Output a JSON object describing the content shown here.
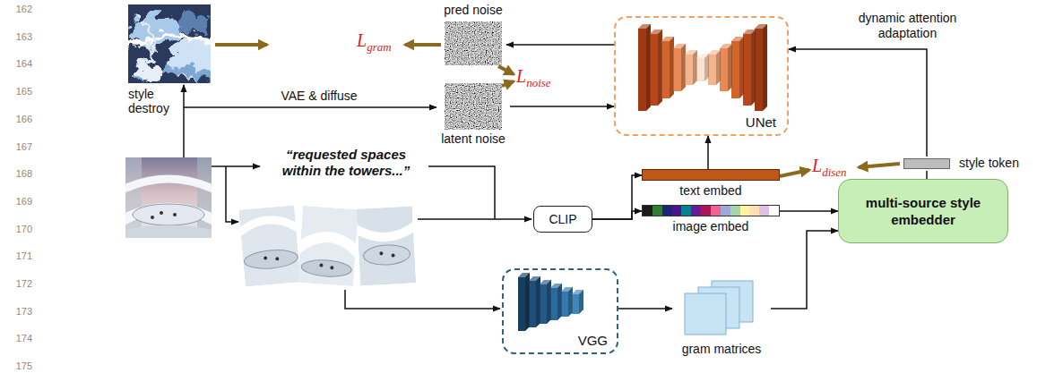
{
  "diagram": {
    "nodes": [
      {
        "text": [
          "style destroy"
        ]
      },
      {
        "text": [
          "pred noise"
        ]
      },
      {
        "text": [
          "latent noise"
        ]
      },
      {
        "text": [
          "UNet"
        ]
      },
      {
        "text": [
          "CLIP"
        ]
      },
      {
        "text": [
          "text embed"
        ]
      },
      {
        "text": [
          "image embed"
        ]
      },
      {
        "text": [
          "style token"
        ]
      },
      {
        "text": [
          "multi-source style embedder"
        ]
      },
      {
        "text": [
          "VGG"
        ]
      },
      {
        "text": [
          "gram matrices"
        ]
      }
    ],
    "edges": [
      {
        "from": 3,
        "to": 1,
        "arrow": "to"
      },
      {
        "from": 2,
        "to": 3,
        "arrow": "to"
      },
      {
        "from": 4,
        "to": 5,
        "arrow": "to"
      },
      {
        "from": 4,
        "to": 6,
        "arrow": "to"
      },
      {
        "from": 5,
        "to": 3,
        "arrow": "to"
      },
      {
        "from": 6,
        "to": 8,
        "arrow": "to"
      },
      {
        "from": 8,
        "to": 7,
        "arrow": "none"
      },
      {
        "from": 7,
        "to": 3,
        "label": "dynamic attention adaptation",
        "arrow": "to"
      },
      {
        "from": 9,
        "to": 10,
        "arrow": "to"
      },
      {
        "from": 10,
        "to": 8,
        "arrow": "to"
      }
    ],
    "labels": [
      "162",
      "163",
      "164",
      "165",
      "166",
      "167",
      "168",
      "169",
      "170",
      "171",
      "172",
      "173",
      "174",
      "175",
      "L",
      "gram",
      "L",
      "noise",
      "L",
      "disen",
      "VAE & diffuse",
      "“requested spaces within the towers...”"
    ]
  }
}
